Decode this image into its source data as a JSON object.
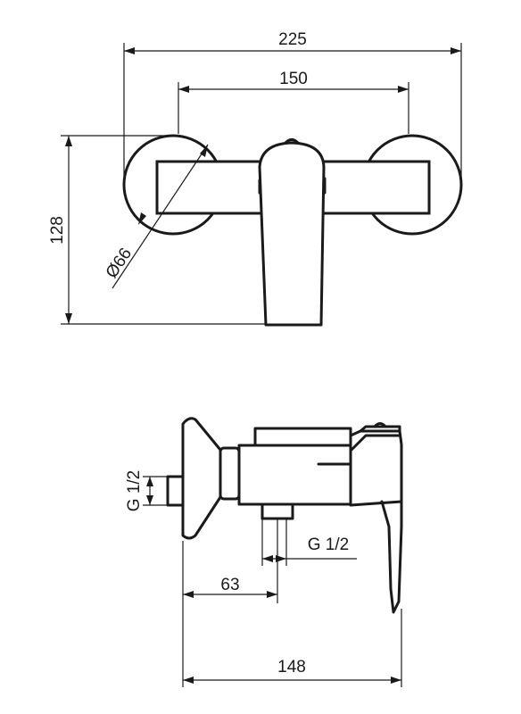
{
  "front_view": {
    "overall_width": "225",
    "center_distance": "150",
    "height": "128",
    "flange_diameter": "Ø66"
  },
  "side_view": {
    "inlet_thread": "G 1/2",
    "outlet_thread": "G 1/2",
    "wall_to_outlet": "63",
    "overall_depth": "148"
  }
}
